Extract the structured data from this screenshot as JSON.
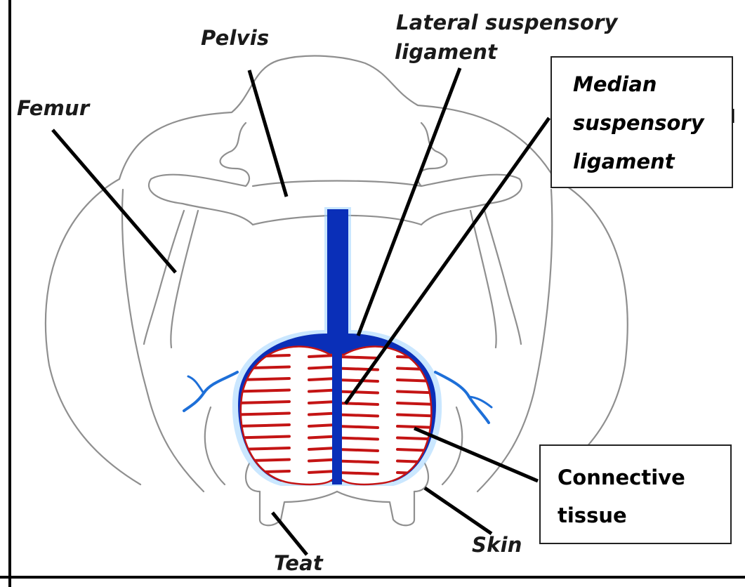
{
  "labels": {
    "pelvis": "Pelvis",
    "femur": "Femur",
    "lateral_suspensory_ligament": [
      "Lateral suspensory",
      "ligament"
    ],
    "median_suspensory_ligament": [
      "Median",
      "suspensory",
      "ligament"
    ],
    "connective_tissue": [
      "Connective",
      "tissue"
    ],
    "skin": "Skin",
    "teat": "Teat"
  },
  "colors": {
    "ligament_blue": "#0a2fb8",
    "ligament_glow": "#9fd4ff",
    "tissue_red": "#c41414",
    "outline_gray": "#8f8f8f",
    "leader_black": "#000000"
  }
}
